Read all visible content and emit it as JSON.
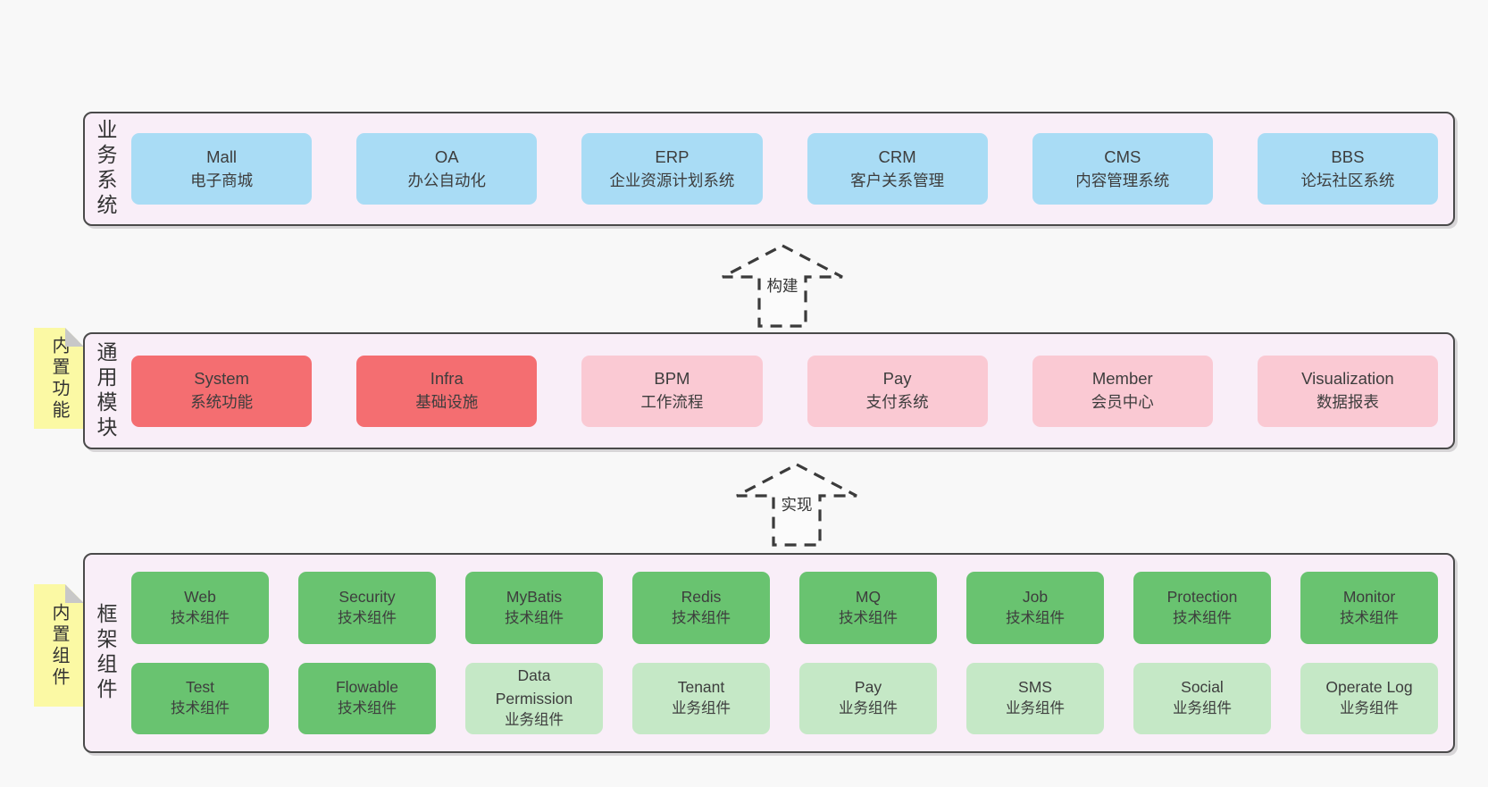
{
  "colors": {
    "page_bg": "#f8f8f8",
    "container_bg": "#f9eef8",
    "container_border": "#4a4a4a",
    "blue_box": "#a9dcf5",
    "red_box": "#f46e71",
    "pink_box": "#fac9d3",
    "green_box": "#69c370",
    "light_green_box": "#c5e8c6",
    "sticky_bg": "#fbf9a4",
    "sticky_fold": "#c8c8c8",
    "text": "#3d3d3d"
  },
  "arrows": {
    "build": {
      "label": "构建"
    },
    "implement": {
      "label": "实现"
    }
  },
  "layers": {
    "business": {
      "label": "业务系统",
      "boxes": [
        {
          "name": "Mall",
          "desc": "电子商城"
        },
        {
          "name": "OA",
          "desc": "办公自动化"
        },
        {
          "name": "ERP",
          "desc": "企业资源计划系统"
        },
        {
          "name": "CRM",
          "desc": "客户关系管理"
        },
        {
          "name": "CMS",
          "desc": "内容管理系统"
        },
        {
          "name": "BBS",
          "desc": "论坛社区系统"
        }
      ]
    },
    "modules": {
      "label": "通用模块",
      "sticky": "内置功能",
      "boxes": [
        {
          "name": "System",
          "desc": "系统功能"
        },
        {
          "name": "Infra",
          "desc": "基础设施"
        },
        {
          "name": "BPM",
          "desc": "工作流程"
        },
        {
          "name": "Pay",
          "desc": "支付系统"
        },
        {
          "name": "Member",
          "desc": "会员中心"
        },
        {
          "name": "Visualization",
          "desc": "数据报表"
        }
      ]
    },
    "components": {
      "label": "框架组件",
      "sticky": "内置组件",
      "row1": [
        {
          "name": "Web",
          "desc": "技术组件"
        },
        {
          "name": "Security",
          "desc": "技术组件"
        },
        {
          "name": "MyBatis",
          "desc": "技术组件"
        },
        {
          "name": "Redis",
          "desc": "技术组件"
        },
        {
          "name": "MQ",
          "desc": "技术组件"
        },
        {
          "name": "Job",
          "desc": "技术组件"
        },
        {
          "name": "Protection",
          "desc": "技术组件"
        },
        {
          "name": "Monitor",
          "desc": "技术组件"
        }
      ],
      "row2": [
        {
          "name": "Test",
          "desc": "技术组件"
        },
        {
          "name": "Flowable",
          "desc": "技术组件"
        },
        {
          "name": "Data Permission",
          "desc": "业务组件"
        },
        {
          "name": "Tenant",
          "desc": "业务组件"
        },
        {
          "name": "Pay",
          "desc": "业务组件"
        },
        {
          "name": "SMS",
          "desc": "业务组件"
        },
        {
          "name": "Social",
          "desc": "业务组件"
        },
        {
          "name": "Operate Log",
          "desc": "业务组件"
        }
      ]
    }
  }
}
